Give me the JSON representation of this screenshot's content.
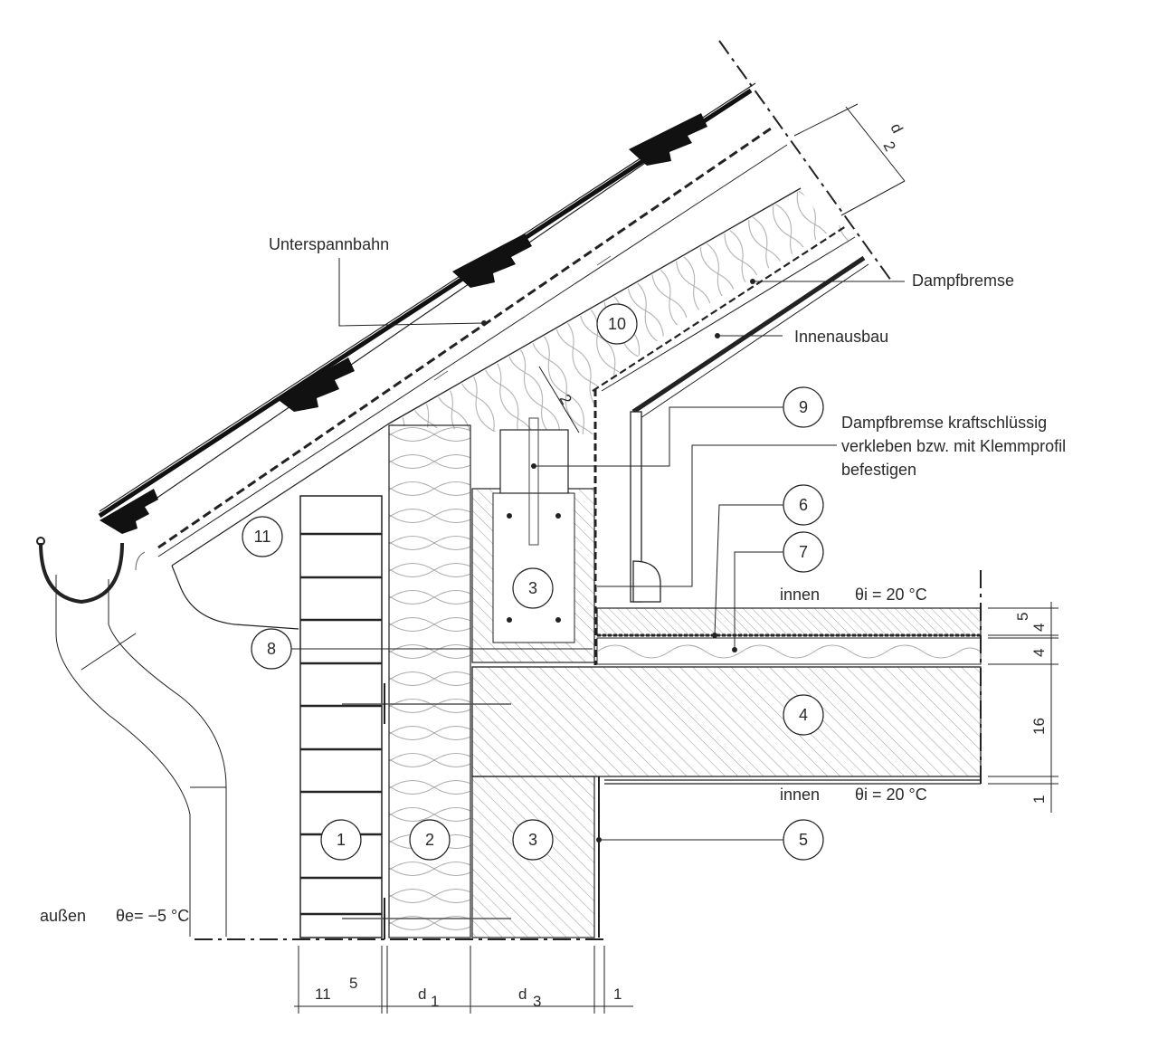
{
  "labels": {
    "unterspannbahn": "Unterspannbahn",
    "dampfbremse": "Dampfbremse",
    "innenausbau": "Innenausbau",
    "note_line1": "Dampfbremse kraftschlüssig",
    "note_line2": "verkleben bzw. mit Klemmprofil",
    "note_line3": "befestigen",
    "innen": "innen",
    "theta_i": "θi = 20 °C",
    "aussen": "außen",
    "theta_e": "θe= −5 °C"
  },
  "callouts": [
    "1",
    "2",
    "3",
    "3",
    "4",
    "5",
    "6",
    "7",
    "8",
    "9",
    "10",
    "11"
  ],
  "dimensions": {
    "bottom": [
      "11",
      "5",
      "d",
      "1",
      "d",
      "3",
      "1"
    ],
    "right": [
      "5",
      "4",
      "4",
      "16",
      "1"
    ],
    "roof_d": "d",
    "roof_d_sub": "2",
    "small_2": "2"
  },
  "colors": {
    "line": "#222222",
    "hatch": "#9a9a9a",
    "bg": "#ffffff"
  }
}
